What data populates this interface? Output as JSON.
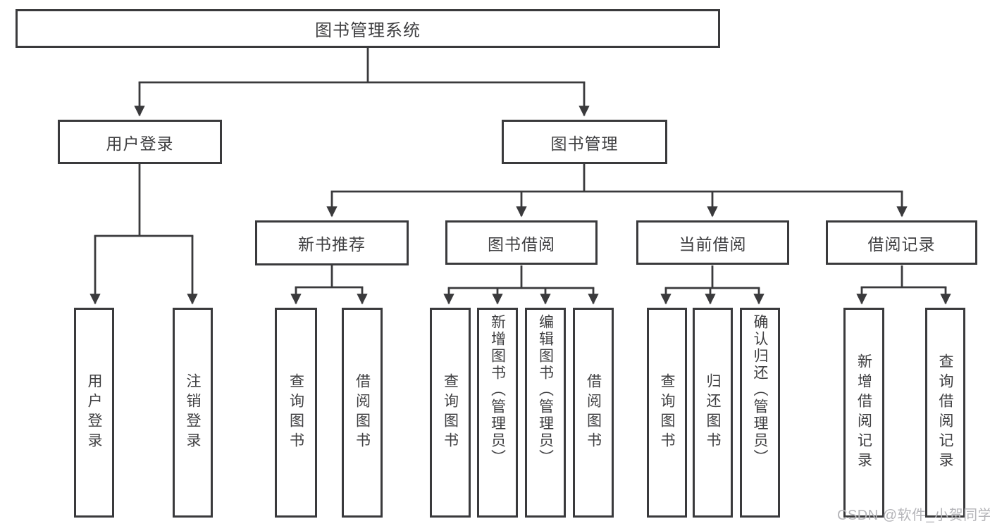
{
  "diagram_type": "hierarchy-tree",
  "colors": {
    "line": "#3a3a3c",
    "box_border": "#3a3a3c",
    "box_fill": "#ffffff",
    "text": "#3f3f41",
    "watermark": "#b5b5b9",
    "background": "#ffffff"
  },
  "nodes": {
    "root": "图书管理系统",
    "user_login": "用户登录",
    "book_mgmt": "图书管理",
    "new_book_rec": "新书推荐",
    "book_borrow": "图书借阅",
    "current_borrow": "当前借阅",
    "borrow_records": "借阅记录",
    "leaf_user_login": "用户登录",
    "leaf_logout": "注销登录",
    "leaf_nb_query": "查询图书",
    "leaf_nb_borrow": "借阅图书",
    "leaf_bb_query": "查询图书",
    "leaf_bb_add": "新增图书（管理员）",
    "leaf_bb_edit": "编辑图书（管理员）",
    "leaf_bb_borrow": "借阅图书",
    "leaf_cb_query": "查询图书",
    "leaf_cb_return": "归还图书",
    "leaf_cb_confirm": "确认归还（管理员）",
    "leaf_br_add": "新增借阅记录",
    "leaf_br_query": "查询借阅记录"
  },
  "hierarchy": {
    "图书管理系统": {
      "用户登录": [
        "用户登录",
        "注销登录"
      ],
      "图书管理": {
        "新书推荐": [
          "查询图书",
          "借阅图书"
        ],
        "图书借阅": [
          "查询图书",
          "新增图书（管理员）",
          "编辑图书（管理员）",
          "借阅图书"
        ],
        "当前借阅": [
          "查询图书",
          "归还图书",
          "确认归还（管理员）"
        ],
        "借阅记录": [
          "新增借阅记录",
          "查询借阅记录"
        ]
      }
    }
  },
  "watermark": "CSDN @软件_小贺同学"
}
